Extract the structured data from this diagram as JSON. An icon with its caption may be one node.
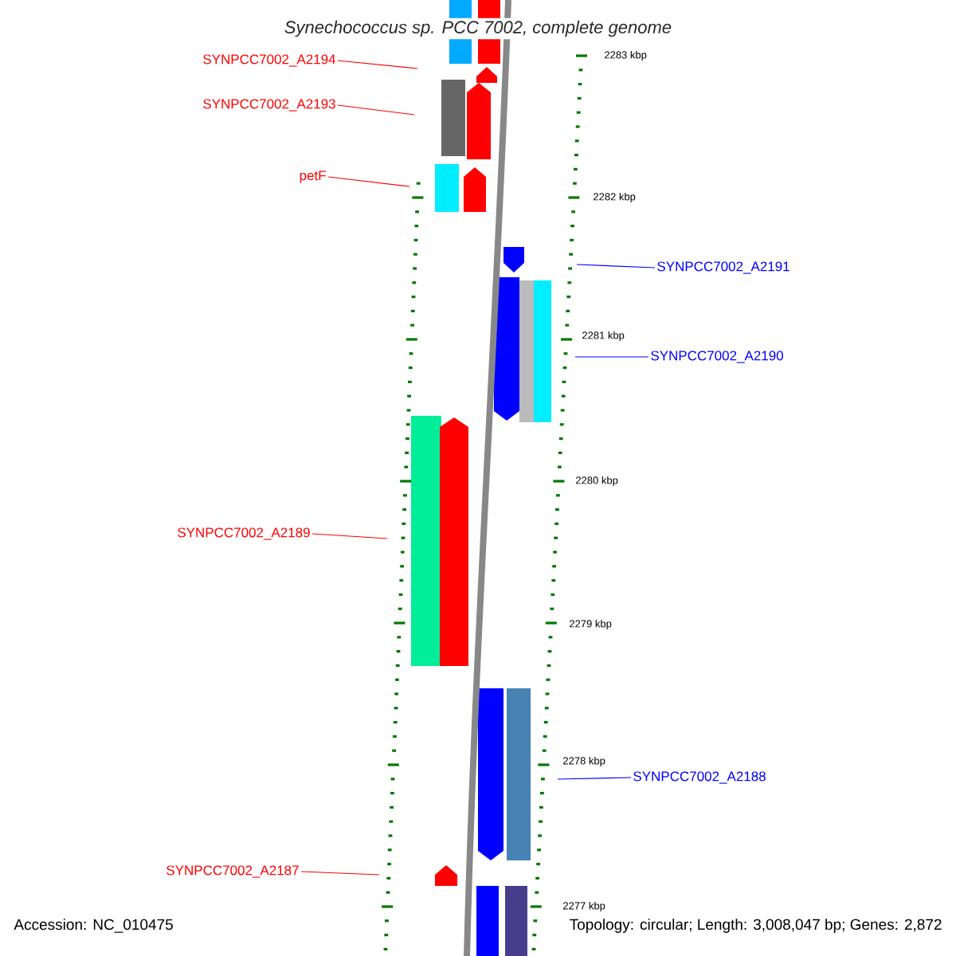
{
  "diagram": {
    "title": "Synechococcus sp. PCC 7002, complete genome",
    "nodes": [
      {
        "text": [
          "SYNPCC7002_A2194"
        ]
      },
      {
        "text": [
          "SYNPCC7002_A2193"
        ]
      },
      {
        "text": [
          "petF"
        ]
      },
      {
        "text": [
          "SYNPCC7002_A2191"
        ]
      },
      {
        "text": [
          "SYNPCC7002_A2190"
        ]
      },
      {
        "text": [
          "SYNPCC7002_A2189"
        ]
      },
      {
        "text": [
          "SYNPCC7002_A2188"
        ]
      },
      {
        "text": [
          "SYNPCC7002_A2187"
        ]
      }
    ],
    "edges": [
      {
        "from": 0,
        "to": null,
        "arrow": "none"
      },
      {
        "from": 1,
        "to": null,
        "arrow": "none"
      },
      {
        "from": 2,
        "to": null,
        "arrow": "none"
      },
      {
        "from": 3,
        "to": null,
        "arrow": "none",
        "color": "#0000ff"
      },
      {
        "from": 4,
        "to": null,
        "arrow": "none",
        "color": "#0000ff"
      },
      {
        "from": 5,
        "to": null,
        "arrow": "none"
      },
      {
        "from": 6,
        "to": null,
        "arrow": "none",
        "color": "#0000ff"
      },
      {
        "from": 7,
        "to": null,
        "arrow": "none"
      }
    ],
    "labels": [
      "2283 kbp",
      "2282 kbp",
      "2281 kbp",
      "2280 kbp",
      "2279 kbp",
      "2278 kbp",
      "2277 kbp",
      "Accession: NC_010475",
      "Topology: circular; Length: 3,008,047 bp; Genes: 2,872"
    ]
  }
}
